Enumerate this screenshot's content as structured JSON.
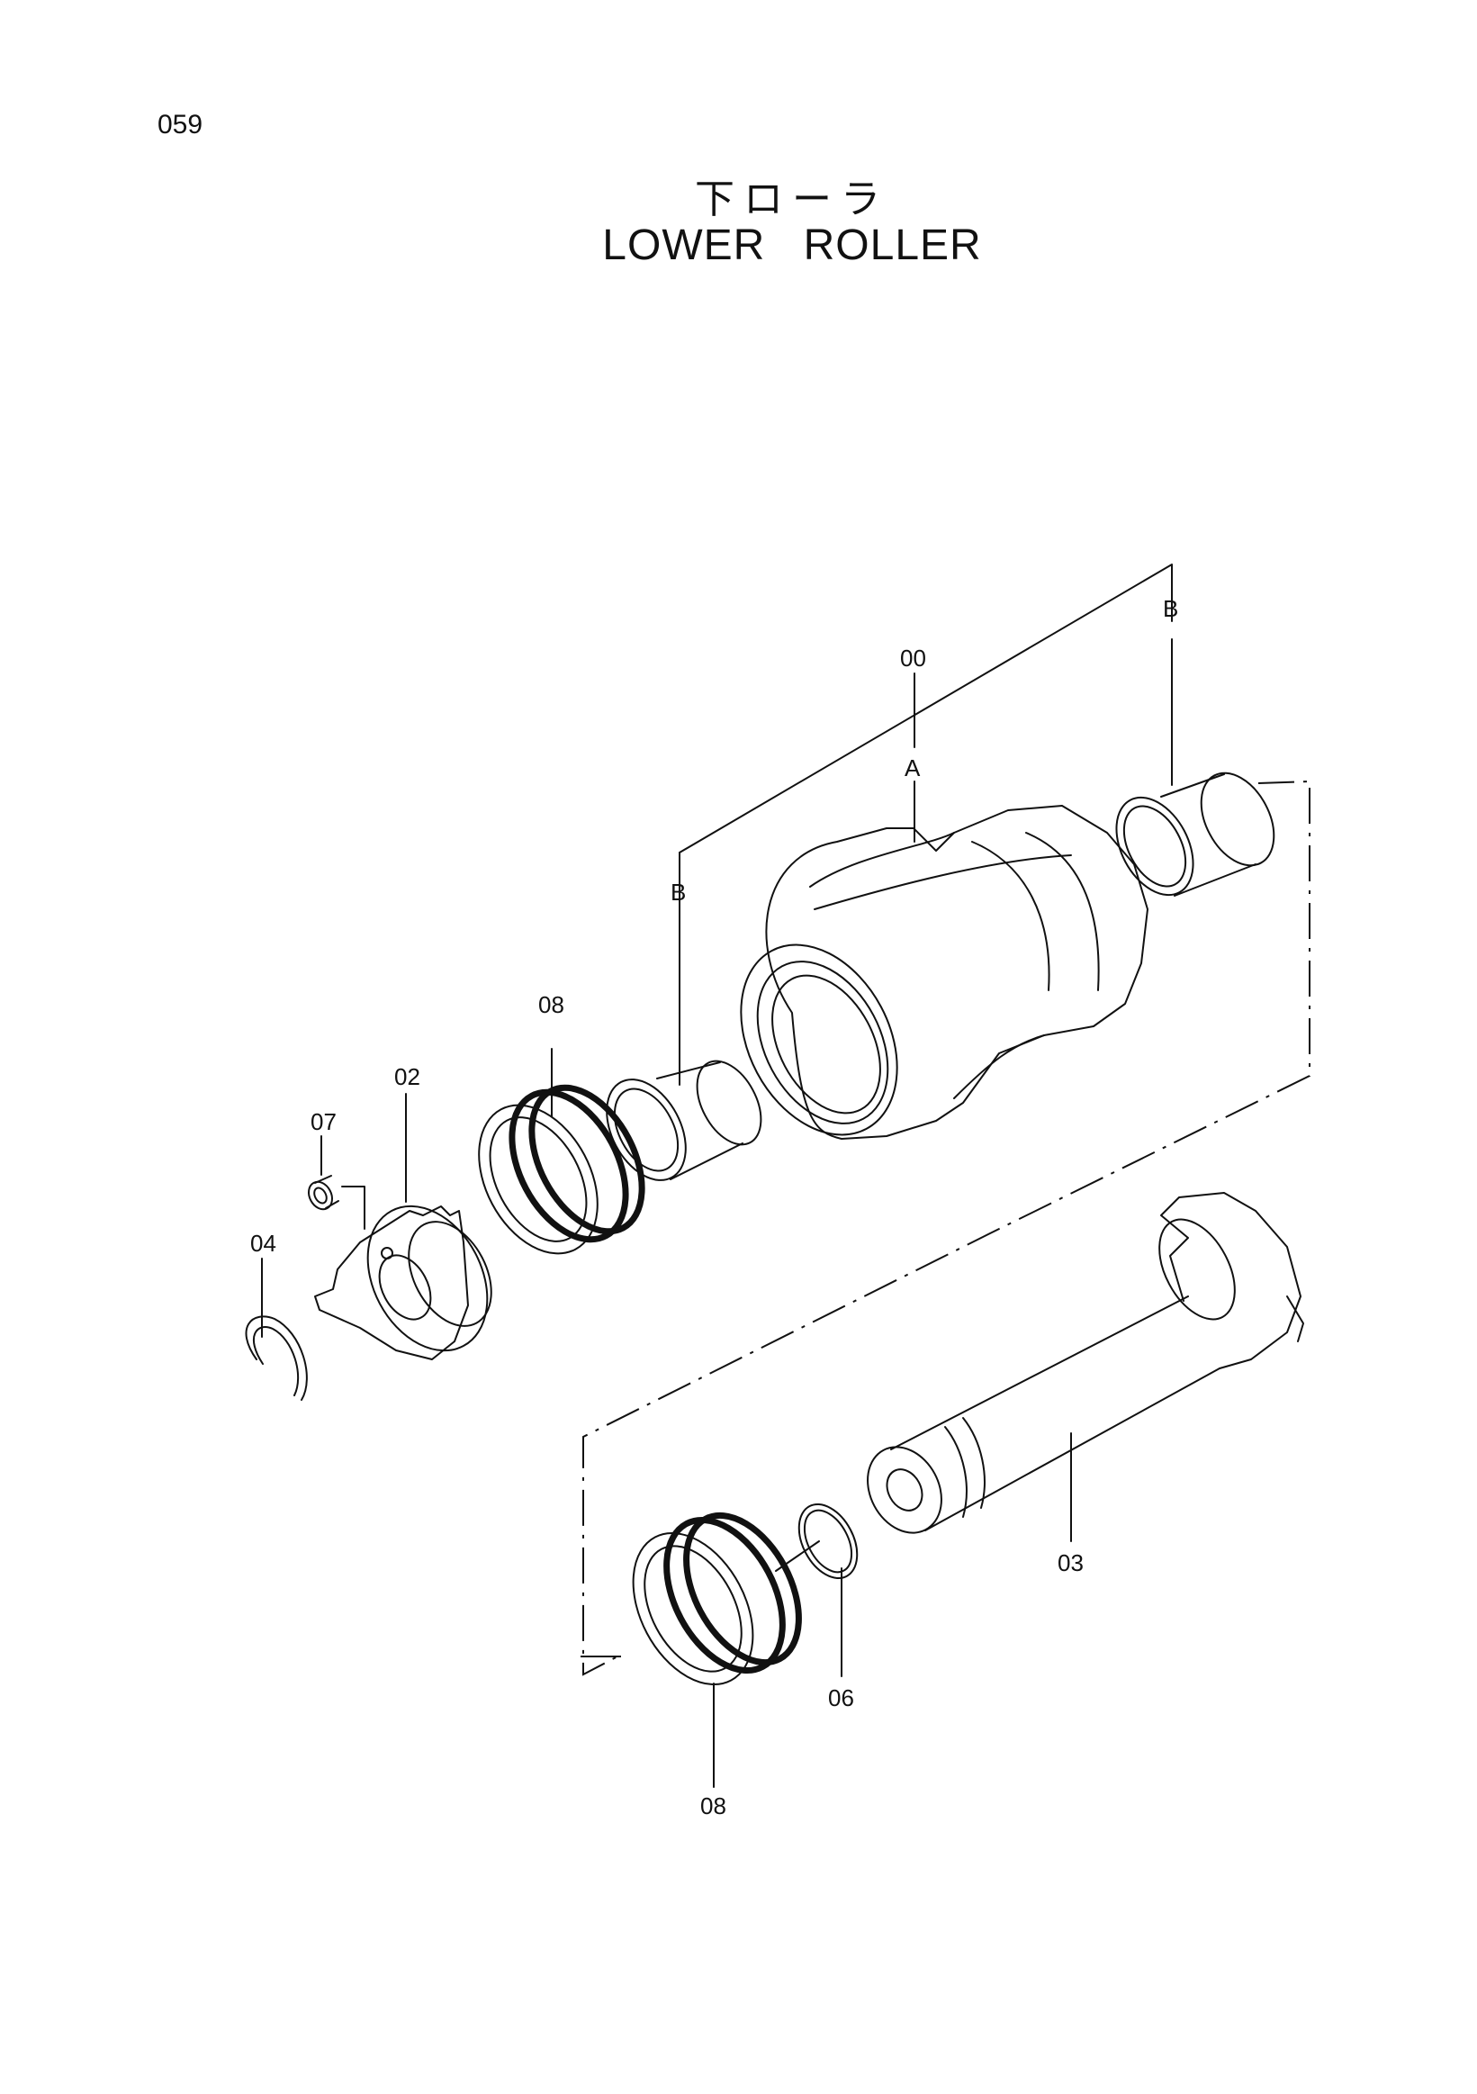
{
  "page": {
    "number": "059"
  },
  "title": {
    "japanese": "下ローラ",
    "english": "LOWER ROLLER"
  },
  "callouts": {
    "assembly": "00",
    "group_a": "A",
    "group_b_top": "B",
    "group_b_left": "B",
    "seal_upper": "08",
    "collar": "02",
    "plug": "07",
    "retaining_ring": "04",
    "shaft": "03",
    "o_ring": "06",
    "seal_lower": "08"
  }
}
